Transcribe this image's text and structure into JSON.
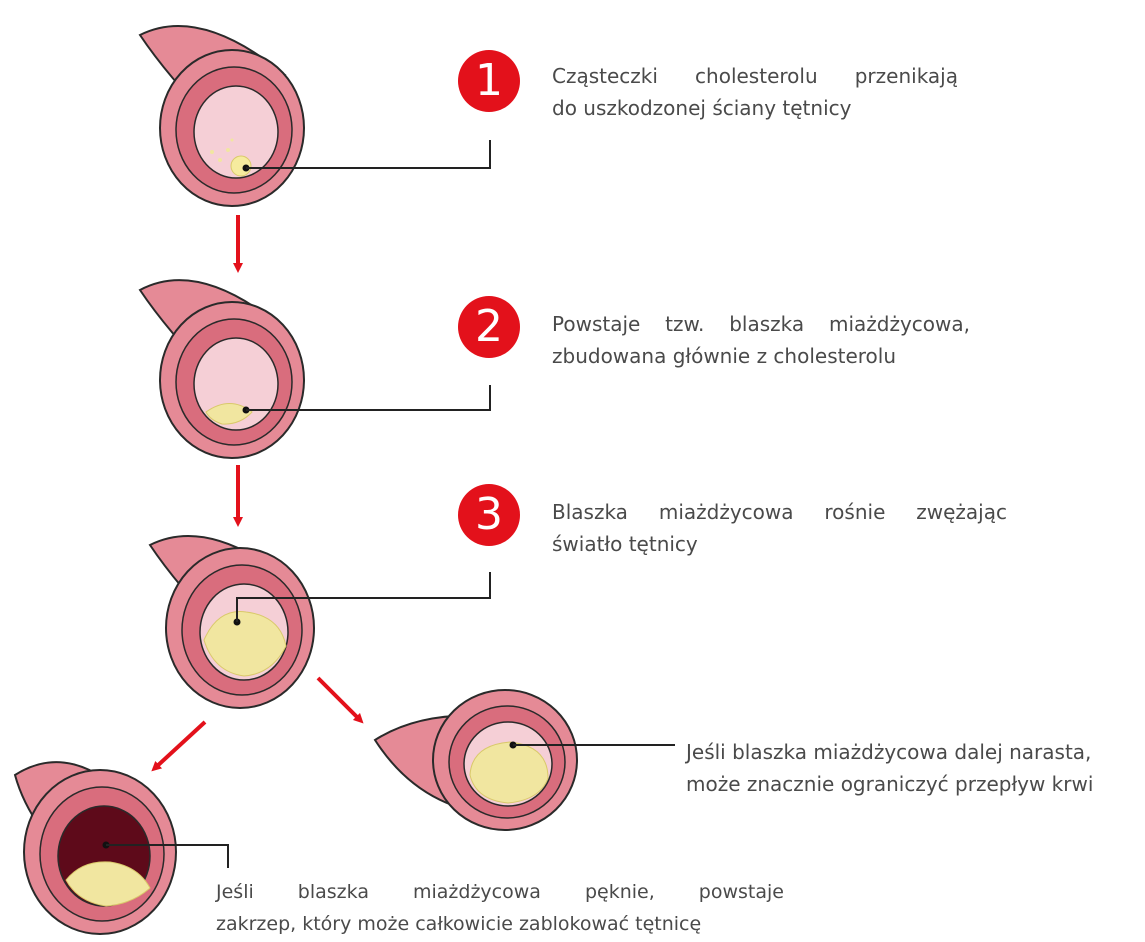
{
  "colors": {
    "accent_red": "#e3111b",
    "vessel_outer": "#e58a96",
    "vessel_wall": "#d96d7d",
    "vessel_lumen": "#f5cfd6",
    "plaque": "#f1e6a0",
    "clot": "#5e0a1a",
    "line": "#222222",
    "text": "#4a4a4a"
  },
  "steps": [
    {
      "number": "1",
      "lines": [
        "Cząsteczki cholesterolu przenikają",
        "do uszkodzonej ściany tętnicy"
      ]
    },
    {
      "number": "2",
      "lines": [
        "Powstaje tzw. blaszka miażdżycowa,",
        "zbudowana głównie z cholesterolu"
      ]
    },
    {
      "number": "3",
      "lines": [
        "Blaszka miażdżycowa rośnie zwężając",
        "światło tętnicy"
      ]
    }
  ],
  "outcomes": {
    "narrowing": {
      "lines": [
        "Jeśli blaszka miażdżycowa dalej narasta,",
        "może znacznie ograniczyć przepływ krwi"
      ]
    },
    "rupture": {
      "lines": [
        "Jeśli blaszka miażdżycowa pęknie, powstaje",
        "zakrzep, który może całkowicie zablokować tętnicę"
      ]
    }
  }
}
